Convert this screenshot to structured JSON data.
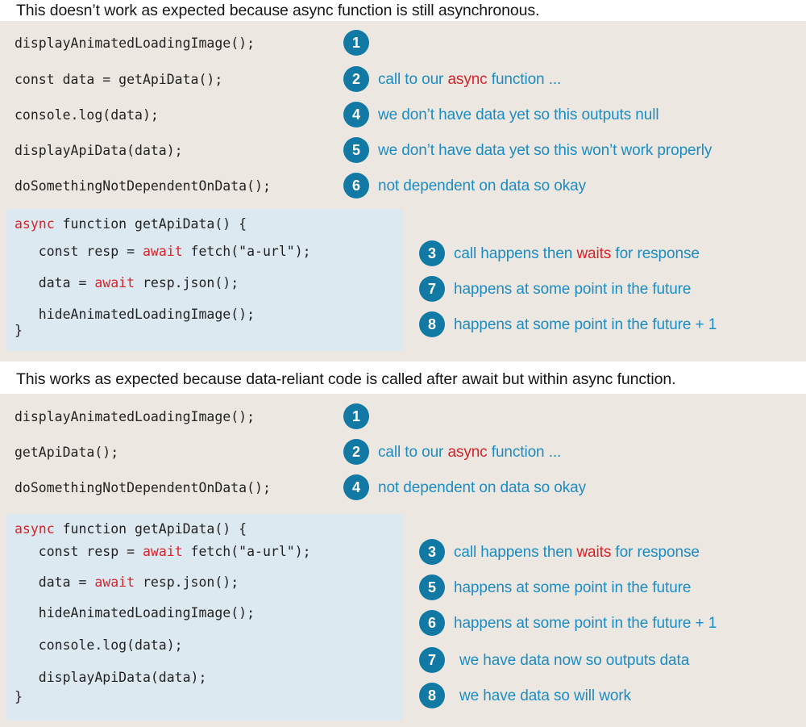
{
  "sections": [
    {
      "heading": "This doesn’t work as expected because async function is still asynchronous.",
      "outer_code": [
        "displayAnimatedLoadingImage();",
        "const data = getApiData();",
        "console.log(data);",
        "displayApiData(data);",
        "doSomethingNotDependentOnData();"
      ],
      "outer_badges": [
        "1",
        "2",
        "4",
        "5",
        "6"
      ],
      "outer_notes": [
        "",
        "call to our async function ...",
        "we don’t have data yet so this outputs null",
        "we don’t have data yet so this won’t work properly",
        "not dependent on data so okay"
      ],
      "func_code": [
        {
          "kw": "async",
          "rest": " function getApiData() {"
        },
        {
          "pre": "   const resp = ",
          "kw": "await",
          "rest": " fetch(\"a-url\");"
        },
        {
          "pre": "   data = ",
          "kw": "await",
          "rest": " resp.json();"
        },
        {
          "pre": "   hideAnimatedLoadingImage();",
          "kw": "",
          "rest": ""
        },
        {
          "pre": "}",
          "kw": "",
          "rest": ""
        }
      ],
      "func_badges": [
        "3",
        "7",
        "8"
      ],
      "func_notes": [
        {
          "a": "call happens then ",
          "hl": "waits",
          "b": " for response"
        },
        {
          "a": "happens at some point in the future",
          "hl": "",
          "b": ""
        },
        {
          "a": "happens at some point in the future + 1",
          "hl": "",
          "b": ""
        }
      ]
    },
    {
      "heading": "This works as expected because data-reliant code is called after await but within async function.",
      "outer_code": [
        "displayAnimatedLoadingImage();",
        "getApiData();",
        "doSomethingNotDependentOnData();"
      ],
      "outer_badges": [
        "1",
        "2",
        "4"
      ],
      "outer_notes": [
        "",
        "call to our async function ...",
        "not dependent on data so okay"
      ],
      "func_code": [
        {
          "kw": "async",
          "rest": " function getApiData() {"
        },
        {
          "pre": "   const resp = ",
          "kw": "await",
          "rest": " fetch(\"a-url\");"
        },
        {
          "pre": "   data = ",
          "kw": "await",
          "rest": " resp.json();"
        },
        {
          "pre": "   hideAnimatedLoadingImage();",
          "kw": "",
          "rest": ""
        },
        {
          "pre": "   console.log(data);",
          "kw": "",
          "rest": ""
        },
        {
          "pre": "   displayApiData(data);",
          "kw": "",
          "rest": ""
        },
        {
          "pre": "}",
          "kw": "",
          "rest": ""
        }
      ],
      "func_badges": [
        "3",
        "5",
        "6",
        "7",
        "8"
      ],
      "func_notes": [
        {
          "a": "call happens then ",
          "hl": "waits",
          "b": " for response"
        },
        {
          "a": "happens at some point in the future",
          "hl": "",
          "b": ""
        },
        {
          "a": "happens at some point in the future + 1",
          "hl": "",
          "b": ""
        },
        {
          "a": "we have data now so outputs data",
          "hl": "",
          "b": ""
        },
        {
          "a": "we have data so will work",
          "hl": "",
          "b": ""
        }
      ]
    }
  ],
  "inline_words": {
    "async_keyword": "async",
    "await_keyword": "await"
  },
  "colors": {
    "panel_bg": "#ece7e0",
    "code_bg": "#dde9f0",
    "badge": "#1279a4",
    "note_text": "#1b8cc4",
    "keyword_red": "#d8232a",
    "code_text": "#232323",
    "heading_text": "#161616",
    "page_bg": "#ffffff"
  }
}
